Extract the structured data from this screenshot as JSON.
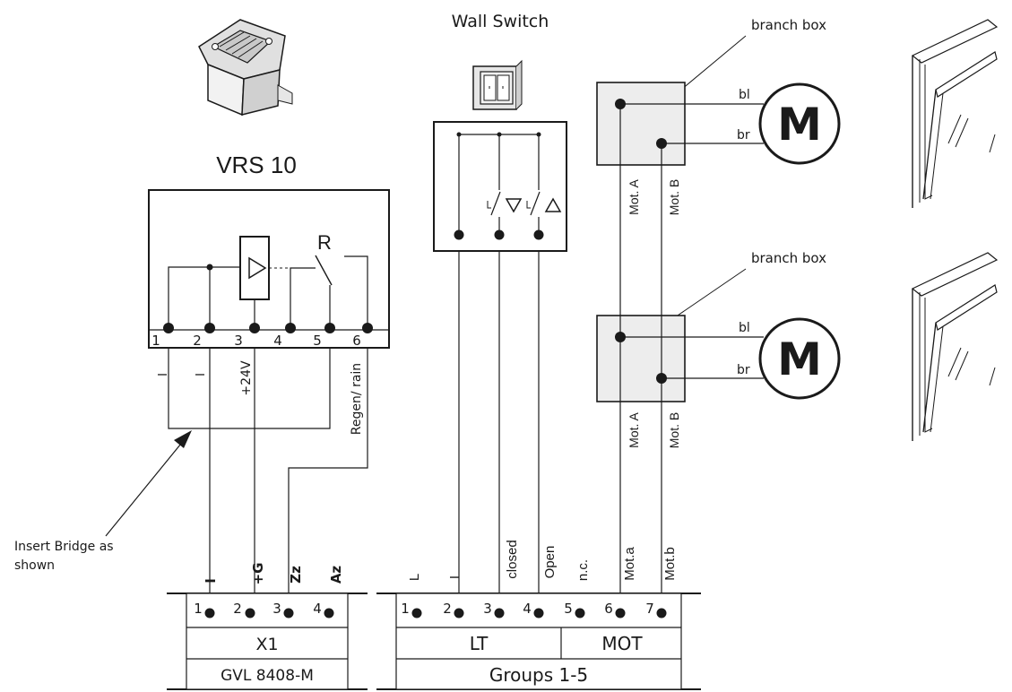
{
  "device": {
    "title": "VRS 10",
    "relay_label": "R",
    "terminals": [
      "1",
      "2",
      "3",
      "4",
      "5",
      "6"
    ],
    "wire_labels": {
      "t1": "I",
      "t2": "I",
      "t3": "+24V",
      "t6": "Regen/ rain"
    }
  },
  "annotation": {
    "line1": "Insert Bridge as",
    "line2": "shown"
  },
  "wall_switch": {
    "title": "Wall Switch"
  },
  "branch_boxes": [
    {
      "label": "branch box",
      "wire_a": "bl",
      "wire_b": "br",
      "mot_a": "Mot. A",
      "mot_b": "Mot. B",
      "motor": "M"
    },
    {
      "label": "branch box",
      "wire_a": "bl",
      "wire_b": "br",
      "mot_a": "Mot. A",
      "mot_b": "Mot. B",
      "motor": "M"
    }
  ],
  "x1_block": {
    "headers": [
      "I",
      "+G",
      "Zz",
      "Az"
    ],
    "terminals": [
      "1",
      "2",
      "3",
      "4"
    ],
    "name": "X1",
    "model": "GVL 8408-M"
  },
  "groups_block": {
    "headers": [
      "L",
      "I",
      "closed",
      "Open",
      "n.c.",
      "Mot.a",
      "Mot.b"
    ],
    "terminals": [
      "1",
      "2",
      "3",
      "4",
      "5",
      "6",
      "7"
    ],
    "lt": "LT",
    "mot": "MOT",
    "name": "Groups 1-5"
  },
  "colors": {
    "ink": "#1a1a1a",
    "box_fill": "#ededed",
    "sensor_fill": "#d9d9d9"
  }
}
